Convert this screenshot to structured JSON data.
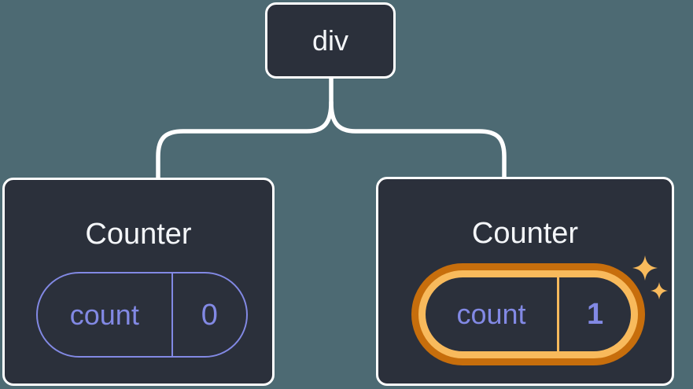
{
  "diagram": {
    "root": {
      "label": "div"
    },
    "nodes": [
      {
        "title": "Counter",
        "state_key": "count",
        "state_value": "0",
        "highlighted": false
      },
      {
        "title": "Counter",
        "state_key": "count",
        "state_value": "1",
        "highlighted": true
      }
    ],
    "icons": {
      "sparkles": "sparkles-icon (two four-point stars marking fresh state)"
    }
  },
  "colors": {
    "background": "#4D6A73",
    "node_fill": "#2B303B",
    "node_border": "#FFFFFF",
    "connector": "#FFFFFF",
    "text_primary": "#F4F6F9",
    "state_accent": "#8289E4",
    "highlight_ring_outer": "#C76E0C",
    "highlight_ring_inner": "#F8BA5C",
    "sparkle": "#F8BA5C"
  }
}
